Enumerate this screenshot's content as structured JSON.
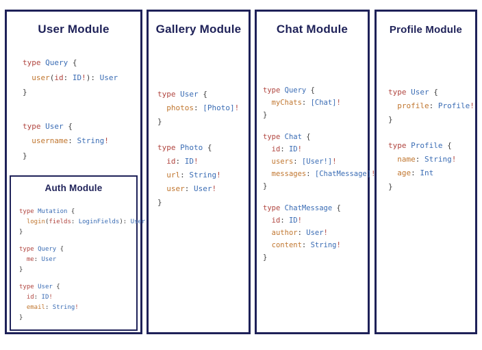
{
  "palette": {
    "navy": "#1e2158",
    "red": "#b0453f",
    "blue": "#3a6cb4",
    "orange": "#c0762f",
    "plain": "#3d3d3d"
  },
  "modules": {
    "user": {
      "title": "User Module",
      "blocks": [
        [
          [
            [
              "type",
              "r"
            ],
            [
              " ",
              "p"
            ],
            [
              "Query",
              "b"
            ],
            [
              " {",
              "p"
            ]
          ],
          [
            [
              "  ",
              "p"
            ],
            [
              "user",
              "o"
            ],
            [
              "(",
              "p"
            ],
            [
              "id",
              "r"
            ],
            [
              ": ",
              "p"
            ],
            [
              "ID",
              "b"
            ],
            [
              "!",
              "r"
            ],
            [
              "): ",
              "p"
            ],
            [
              "User",
              "b"
            ]
          ],
          [
            [
              "}",
              "p"
            ]
          ]
        ],
        [
          [
            [
              "type",
              "r"
            ],
            [
              " ",
              "p"
            ],
            [
              "User",
              "b"
            ],
            [
              " {",
              "p"
            ]
          ],
          [
            [
              "  ",
              "p"
            ],
            [
              "username",
              "o"
            ],
            [
              ": ",
              "p"
            ],
            [
              "String",
              "b"
            ],
            [
              "!",
              "r"
            ]
          ],
          [
            [
              "}",
              "p"
            ]
          ]
        ]
      ]
    },
    "auth": {
      "title": "Auth Module",
      "blocks": [
        [
          [
            [
              "type",
              "r"
            ],
            [
              " ",
              "p"
            ],
            [
              "Mutation",
              "b"
            ],
            [
              " {",
              "p"
            ]
          ],
          [
            [
              "  ",
              "p"
            ],
            [
              "login",
              "o"
            ],
            [
              "(",
              "p"
            ],
            [
              "fields",
              "r"
            ],
            [
              ": ",
              "p"
            ],
            [
              "LoginFields",
              "b"
            ],
            [
              "): ",
              "p"
            ],
            [
              "User",
              "b"
            ]
          ],
          [
            [
              "}",
              "p"
            ]
          ]
        ],
        [
          [
            [
              "type",
              "r"
            ],
            [
              " ",
              "p"
            ],
            [
              "Query",
              "b"
            ],
            [
              " {",
              "p"
            ]
          ],
          [
            [
              "  ",
              "p"
            ],
            [
              "me",
              "r"
            ],
            [
              ": ",
              "p"
            ],
            [
              "User",
              "b"
            ]
          ],
          [
            [
              "}",
              "p"
            ]
          ]
        ],
        [
          [
            [
              "type",
              "r"
            ],
            [
              " ",
              "p"
            ],
            [
              "User",
              "b"
            ],
            [
              " {",
              "p"
            ]
          ],
          [
            [
              "  ",
              "p"
            ],
            [
              "id",
              "r"
            ],
            [
              ": ",
              "p"
            ],
            [
              "ID",
              "b"
            ],
            [
              "!",
              "r"
            ]
          ],
          [
            [
              "  ",
              "p"
            ],
            [
              "email",
              "o"
            ],
            [
              ": ",
              "p"
            ],
            [
              "String",
              "b"
            ],
            [
              "!",
              "r"
            ]
          ],
          [
            [
              "}",
              "p"
            ]
          ]
        ]
      ]
    },
    "gallery": {
      "title": "Gallery Module",
      "blocks": [
        [
          [
            [
              "type",
              "r"
            ],
            [
              " ",
              "p"
            ],
            [
              "User",
              "b"
            ],
            [
              " {",
              "p"
            ]
          ],
          [
            [
              "  ",
              "p"
            ],
            [
              "photos",
              "o"
            ],
            [
              ": ",
              "p"
            ],
            [
              "[Photo]",
              "b"
            ],
            [
              "!",
              "r"
            ]
          ],
          [
            [
              "}",
              "p"
            ]
          ]
        ],
        [
          [
            [
              "type",
              "r"
            ],
            [
              " ",
              "p"
            ],
            [
              "Photo",
              "b"
            ],
            [
              " {",
              "p"
            ]
          ],
          [
            [
              "  ",
              "p"
            ],
            [
              "id",
              "r"
            ],
            [
              ": ",
              "p"
            ],
            [
              "ID",
              "b"
            ],
            [
              "!",
              "r"
            ]
          ],
          [
            [
              "  ",
              "p"
            ],
            [
              "url",
              "o"
            ],
            [
              ": ",
              "p"
            ],
            [
              "String",
              "b"
            ],
            [
              "!",
              "r"
            ]
          ],
          [
            [
              "  ",
              "p"
            ],
            [
              "user",
              "o"
            ],
            [
              ": ",
              "p"
            ],
            [
              "User",
              "b"
            ],
            [
              "!",
              "r"
            ]
          ],
          [
            [
              "}",
              "p"
            ]
          ]
        ]
      ]
    },
    "chat": {
      "title": "Chat Module",
      "blocks": [
        [
          [
            [
              "type",
              "r"
            ],
            [
              " ",
              "p"
            ],
            [
              "Query",
              "b"
            ],
            [
              " {",
              "p"
            ]
          ],
          [
            [
              "  ",
              "p"
            ],
            [
              "myChats",
              "o"
            ],
            [
              ": ",
              "p"
            ],
            [
              "[Chat]",
              "b"
            ],
            [
              "!",
              "r"
            ]
          ],
          [
            [
              "}",
              "p"
            ]
          ]
        ],
        [
          [
            [
              "type",
              "r"
            ],
            [
              " ",
              "p"
            ],
            [
              "Chat",
              "b"
            ],
            [
              " {",
              "p"
            ]
          ],
          [
            [
              "  ",
              "p"
            ],
            [
              "id",
              "r"
            ],
            [
              ": ",
              "p"
            ],
            [
              "ID",
              "b"
            ],
            [
              "!",
              "r"
            ]
          ],
          [
            [
              "  ",
              "p"
            ],
            [
              "users",
              "o"
            ],
            [
              ": ",
              "p"
            ],
            [
              "[User!]",
              "b"
            ],
            [
              "!",
              "r"
            ]
          ],
          [
            [
              "  ",
              "p"
            ],
            [
              "messages",
              "o"
            ],
            [
              ": ",
              "p"
            ],
            [
              "[ChatMessage]",
              "b"
            ],
            [
              "!",
              "r"
            ]
          ],
          [
            [
              "}",
              "p"
            ]
          ]
        ],
        [
          [
            [
              "type",
              "r"
            ],
            [
              " ",
              "p"
            ],
            [
              "ChatMessage",
              "b"
            ],
            [
              " {",
              "p"
            ]
          ],
          [
            [
              "  ",
              "p"
            ],
            [
              "id",
              "r"
            ],
            [
              ": ",
              "p"
            ],
            [
              "ID",
              "b"
            ],
            [
              "!",
              "r"
            ]
          ],
          [
            [
              "  ",
              "p"
            ],
            [
              "author",
              "o"
            ],
            [
              ": ",
              "p"
            ],
            [
              "User",
              "b"
            ],
            [
              "!",
              "r"
            ]
          ],
          [
            [
              "  ",
              "p"
            ],
            [
              "content",
              "o"
            ],
            [
              ": ",
              "p"
            ],
            [
              "String",
              "b"
            ],
            [
              "!",
              "r"
            ]
          ],
          [
            [
              "}",
              "p"
            ]
          ]
        ]
      ]
    },
    "profile": {
      "title": "Profile Module",
      "blocks": [
        [
          [
            [
              "type",
              "r"
            ],
            [
              " ",
              "p"
            ],
            [
              "User",
              "b"
            ],
            [
              " {",
              "p"
            ]
          ],
          [
            [
              "  ",
              "p"
            ],
            [
              "profile",
              "o"
            ],
            [
              ": ",
              "p"
            ],
            [
              "Profile",
              "b"
            ],
            [
              "!",
              "r"
            ]
          ],
          [
            [
              "}",
              "p"
            ]
          ]
        ],
        [
          [
            [
              "type",
              "r"
            ],
            [
              " ",
              "p"
            ],
            [
              "Profile",
              "b"
            ],
            [
              " {",
              "p"
            ]
          ],
          [
            [
              "  ",
              "p"
            ],
            [
              "name",
              "o"
            ],
            [
              ": ",
              "p"
            ],
            [
              "String",
              "b"
            ],
            [
              "!",
              "r"
            ]
          ],
          [
            [
              "  ",
              "p"
            ],
            [
              "age",
              "o"
            ],
            [
              ": ",
              "p"
            ],
            [
              "Int",
              "b"
            ]
          ],
          [
            [
              "}",
              "p"
            ]
          ]
        ]
      ]
    }
  }
}
